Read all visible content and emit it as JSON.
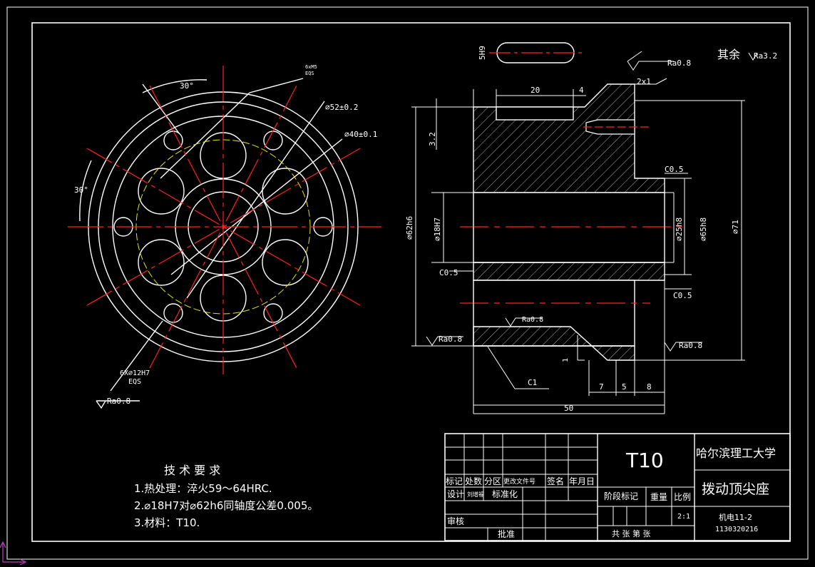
{
  "colors": {
    "background": "#000000",
    "line": "#ffffff",
    "centerline": "#ff2020",
    "construction": "#e6e600",
    "ucs": "#c040c0"
  },
  "dims": {
    "angle_top": "30°",
    "angle_left": "30°",
    "thread_callout_top": "6xM5",
    "thread_callout_bottom": "EQS",
    "dia_52": "⌀52±0.2",
    "dia_40": "⌀40±0.1",
    "holes_callout_top": "6X⌀12H7",
    "holes_callout_bottom": "EQS",
    "ra_left": "Ra0.8",
    "keyway_width": "5H9",
    "len_20": "20",
    "len_4": "4",
    "chamfer_2x1": "2x1",
    "ra_top": "Ra0.8",
    "rest_label": "其余",
    "rest_ra": "Ra3.2",
    "dim_3_2": "3.2",
    "dia_62": "⌀62h6",
    "dia_18": "⌀18H7",
    "c05_top": "C0.5",
    "dia_25": "⌀25h8",
    "dia_65": "⌀65h8",
    "dia_71": "⌀71",
    "c05_left": "C0.5",
    "c05_right": "C0.5",
    "ra_mid": "Ra0.8",
    "ra_bl": "Ra0.8",
    "ra_br": "Ra0.8",
    "dim_1": "1",
    "c1": "C1",
    "len_7": "7",
    "len_5": "5",
    "len_8": "8",
    "len_50": "50"
  },
  "notes": {
    "title": "技 术 要 求",
    "items": [
      "1.热处理：淬火59～64HRC.",
      "2.⌀18H7对⌀62h6同轴度公差0.005。",
      "3.材料：T10."
    ]
  },
  "titleblock": {
    "material": "T10",
    "school": "哈尔滨理工大学",
    "part_name": "拨动顶尖座",
    "cols": [
      "标记",
      "处数",
      "分区",
      "更改文件号",
      "签名",
      "年月日"
    ],
    "design": "设计",
    "designer": "刘增福",
    "standardize": "标准化",
    "stage_mark": "阶段标记",
    "weight": "重量",
    "scale_label": "比例",
    "review": "审核",
    "approve": "批准",
    "scale": "2:1",
    "sheet": "共    张  第  张",
    "class_name": "机电11-2",
    "student_id": "1130320216"
  }
}
